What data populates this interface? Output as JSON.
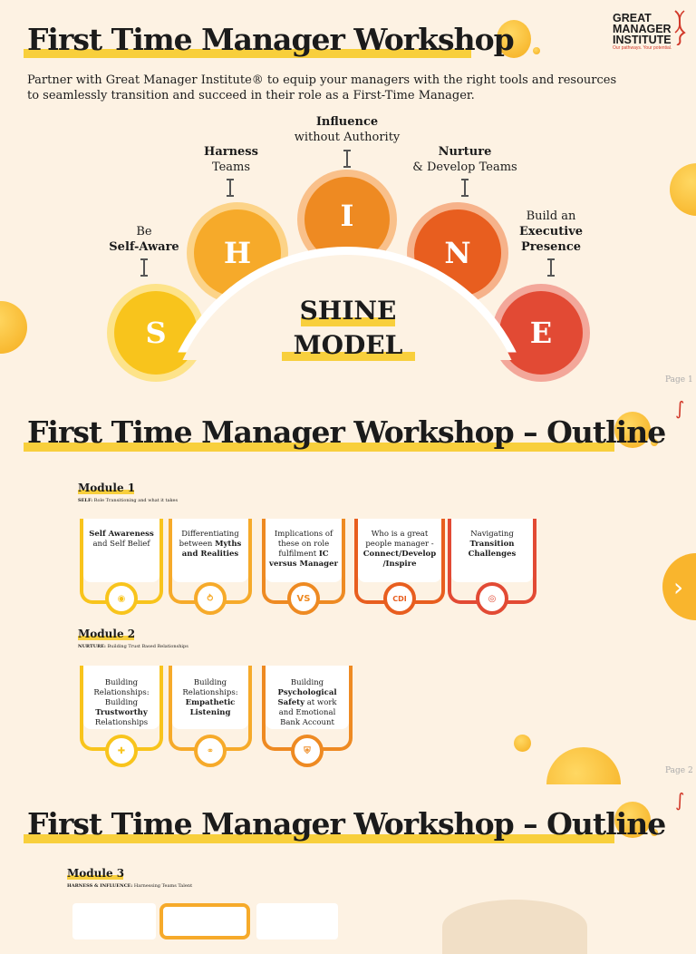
{
  "logo": {
    "line1": "GREAT",
    "line2": "MANAGER",
    "line3": "INSTITUTE",
    "tagline": "Our pathways. Your potential."
  },
  "page1": {
    "title": "First Time Manager Workshop",
    "intro_line1": "Partner with Great Manager Institute® to equip your managers with the right tools and resources",
    "intro_line2": "to seamlessly transition and succeed in their role as a First-Time Manager.",
    "shine_line1": "SHINE",
    "shine_line2": "MODEL",
    "letters": {
      "s": "S",
      "h": "H",
      "i": "I",
      "n": "N",
      "e": "E"
    },
    "labels": {
      "s_plain": "Be",
      "s_bold": "Self-Aware",
      "h_bold": "Harness",
      "h_plain": "Teams",
      "i_bold": "Influence",
      "i_plain": "without Authority",
      "n_bold": "Nurture",
      "n_plain": "& Develop Teams",
      "e_plain": "Build an",
      "e_bold1": "Executive",
      "e_bold2": "Presence"
    },
    "page_label": "Page 1"
  },
  "page2": {
    "title": "First Time Manager Workshop – Outline",
    "page_label": "Page 2",
    "module1": {
      "title": "Module 1",
      "sub_bold": "SELF:",
      "sub_text": "Role Transitioning and what it takes",
      "cards": [
        {
          "b1": "Self Awareness",
          "t2": "and Self Belief",
          "icon": "bulb-icon"
        },
        {
          "t1": "Differentiating",
          "t2": "between",
          "b2": "Myths",
          "b3": "and Realities",
          "icon": "split-arrow-icon"
        },
        {
          "t1": "Implications of",
          "t2": "these on role",
          "t3": "fulfilment",
          "b3": "IC",
          "b4": "versus Manager",
          "icon_text": "VS"
        },
        {
          "t1": "Who is a great",
          "t2": "people manager -",
          "b3": "Connect/Develop",
          "b4": "/Inspire",
          "icon_text": "CDI"
        },
        {
          "t1": "Navigating",
          "b2": "Transition",
          "b3": "Challenges",
          "icon": "target-icon"
        }
      ]
    },
    "module2": {
      "title": "Module 2",
      "sub_bold": "NURTURE:",
      "sub_text": "Building Trust Based Relationships",
      "cards": [
        {
          "t1": "Building",
          "t2": "Relationships:",
          "t3": "Building",
          "b4": "Trustworthy",
          "t5": "Relationships",
          "icon": "handshake-icon"
        },
        {
          "t1": "Building",
          "t2": "Relationships:",
          "b3": "Empathetic",
          "b4": "Listening",
          "icon": "headphones-icon"
        },
        {
          "t1": "Building",
          "b2": "Psychological",
          "b3": "Safety",
          "t3": "at work",
          "t4": "and Emotional",
          "t5": "Bank Account",
          "icon": "shield-icon"
        }
      ]
    }
  },
  "page3": {
    "title": "First Time Manager Workshop – Outline",
    "module3": {
      "title": "Module 3",
      "sub_bold": "HARNESS & INFLUENCE:",
      "sub_text": "Harnessing Teams Talent"
    }
  },
  "next_glyph": "›",
  "colors": {
    "yellow": "#f8cf3c",
    "gold": "#f5b731",
    "orange": "#ee8a22",
    "dark_orange": "#e85e1f",
    "red": "#e24a34"
  }
}
